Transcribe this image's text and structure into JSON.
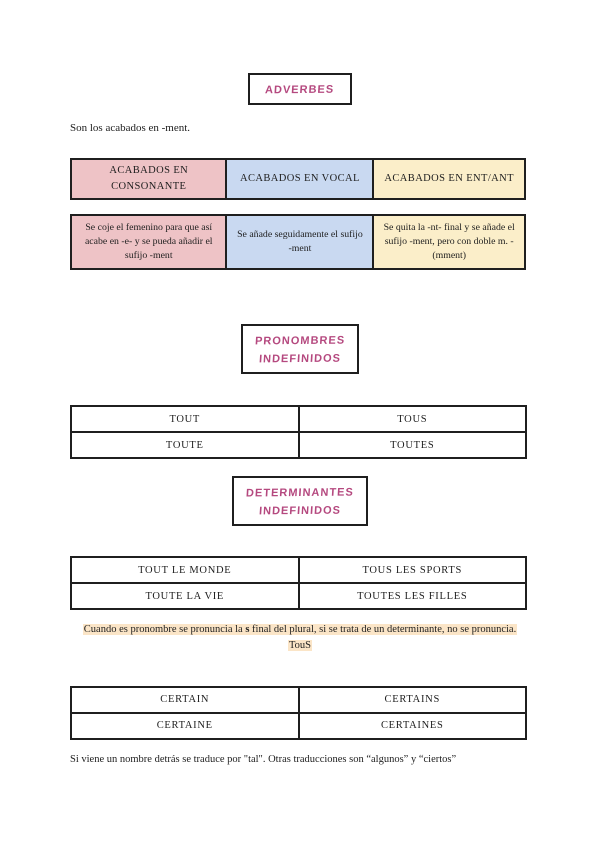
{
  "colors": {
    "marker_pink": "#b5497f",
    "cell_pink": "#eec3c6",
    "cell_blue": "#c9d9f1",
    "cell_yellow": "#fbeec9",
    "highlight": "#fbe5c7",
    "border": "#1f1f1f"
  },
  "sections": {
    "adverbes": {
      "title": "ADVERBES",
      "intro": "Son los acabados en -ment.",
      "table": {
        "columns": [
          {
            "header": "ACABADOS EN CONSONANTE",
            "rule": "Se coje el femenino para que así acabe en -e- y se pueda añadir el sufijo -ment"
          },
          {
            "header": "ACABADOS EN VOCAL",
            "rule": "Se añade seguidamente el sufijo -ment"
          },
          {
            "header": "ACABADOS EN ENT/ANT",
            "rule": "Se quita la -nt- final y se añade el sufijo -ment, pero con doble m. -(mment)"
          }
        ]
      }
    },
    "pronombres": {
      "title_line1": "PRONOMBRES",
      "title_line2": "INDEFINIDOS",
      "table": {
        "rows": [
          [
            "TOUT",
            "TOUS"
          ],
          [
            "TOUTE",
            "TOUTES"
          ]
        ]
      }
    },
    "determinantes": {
      "title_line1": "DETERMINANTES",
      "title_line2": "INDEFINIDOS",
      "table": {
        "rows": [
          [
            "TOUT LE MONDE",
            "TOUS LES SPORTS"
          ],
          [
            "TOUTE LA VIE",
            "TOUTES LES FILLES"
          ]
        ]
      },
      "note": {
        "part1": "Cuando es pronombre se pronuncia la ",
        "bold": "s",
        "part2": " final del plural, si se trata de un determinante, no se pronuncia.",
        "example": "TouS"
      }
    },
    "certain": {
      "table": {
        "rows": [
          [
            "CERTAIN",
            "CERTAINS"
          ],
          [
            "CERTAINE",
            "CERTAINES"
          ]
        ]
      },
      "footer": "Si viene un nombre detrás se traduce por \"tal\". Otras traducciones son “algunos” y “ciertos”"
    }
  }
}
